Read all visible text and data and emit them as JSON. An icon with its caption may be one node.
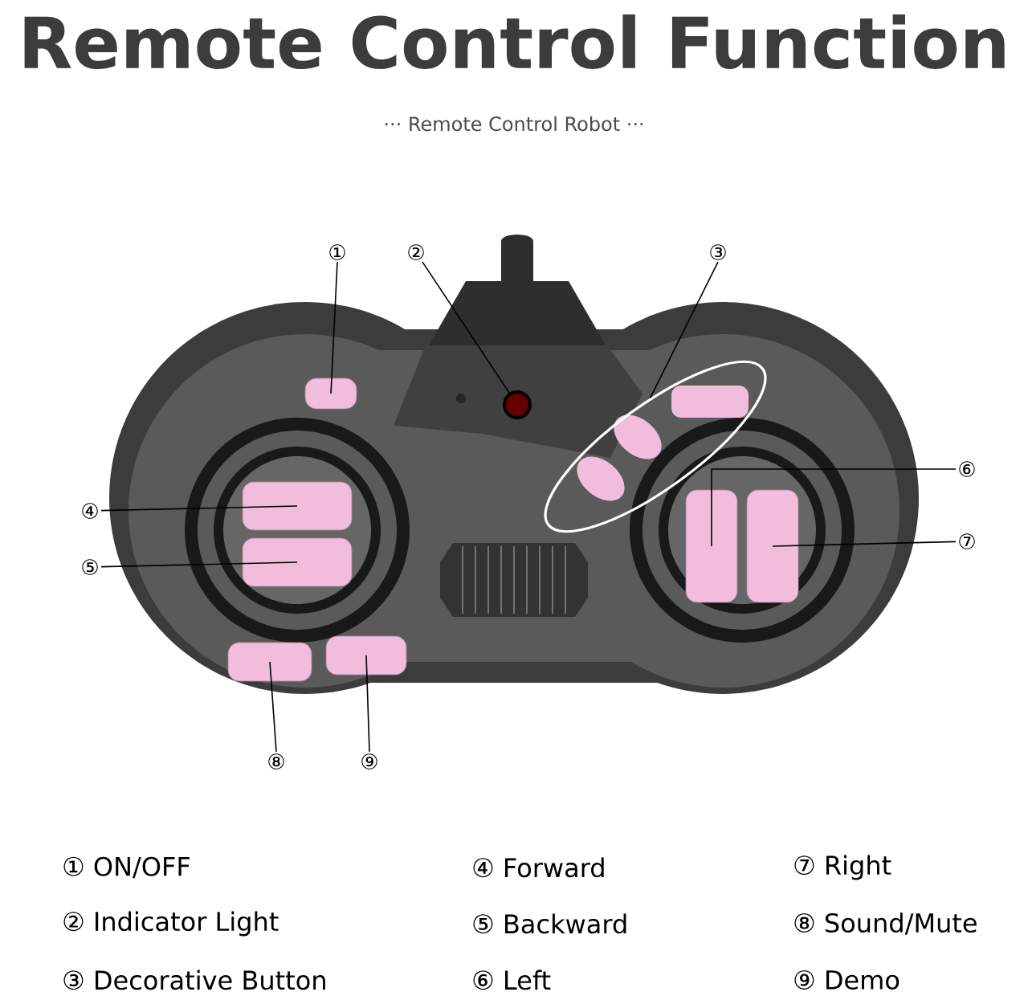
{
  "diagram": {
    "title": "Remote Control Function",
    "nodes": [
      {
        "text": [
          "①"
        ]
      },
      {
        "text": [
          "②"
        ]
      },
      {
        "text": [
          "③"
        ]
      },
      {
        "text": [
          "④"
        ]
      },
      {
        "text": [
          "⑤"
        ]
      },
      {
        "text": [
          "⑥"
        ]
      },
      {
        "text": [
          "⑦"
        ]
      },
      {
        "text": [
          "⑧"
        ]
      },
      {
        "text": [
          "⑨"
        ]
      },
      {
        "text": [],
        "shape": "box"
      },
      {
        "text": [],
        "shape": "circle"
      },
      {
        "text": [],
        "shape": "ellipse"
      },
      {
        "text": [],
        "shape": "box"
      },
      {
        "text": [],
        "shape": "box"
      },
      {
        "text": [],
        "shape": "box"
      },
      {
        "text": [],
        "shape": "box"
      },
      {
        "text": [],
        "shape": "box"
      },
      {
        "text": [],
        "shape": "box"
      }
    ],
    "edges": [
      {
        "from": 0,
        "to": 9,
        "arrow": "none"
      },
      {
        "from": 1,
        "to": 10,
        "arrow": "none"
      },
      {
        "from": 2,
        "to": 11,
        "arrow": "none"
      },
      {
        "from": 3,
        "to": 12,
        "arrow": "none"
      },
      {
        "from": 4,
        "to": 13,
        "arrow": "none"
      },
      {
        "from": 5,
        "to": 14,
        "arrow": "none"
      },
      {
        "from": 6,
        "to": 15,
        "arrow": "none"
      },
      {
        "from": 7,
        "to": 16,
        "arrow": "none"
      },
      {
        "from": 8,
        "to": 17,
        "arrow": "none"
      }
    ],
    "labels": [
      "··· Remote Control Robot ···",
      "① ON/OFF",
      "④ Forward",
      "⑦ Right",
      "② Indicator Light",
      "⑤ Backward",
      "⑧ Sound/Mute",
      "③ Decorative Button",
      "⑥ Left",
      "⑨ Demo"
    ]
  }
}
